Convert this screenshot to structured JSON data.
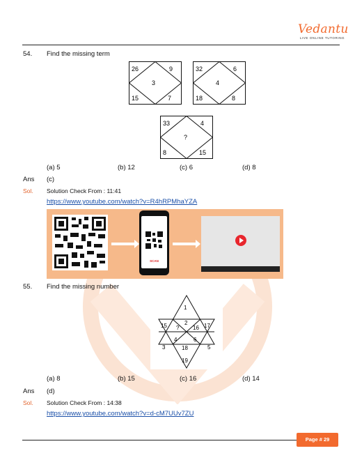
{
  "header": {
    "logo_text": "Vedantu",
    "tagline": "LIVE ONLINE TUTORING"
  },
  "q54": {
    "number": "54.",
    "text": "Find the missing term",
    "figures": [
      {
        "tl": "26",
        "tr": "9",
        "c": "3",
        "bl": "15",
        "br": "7"
      },
      {
        "tl": "32",
        "tr": "6",
        "c": "4",
        "bl": "18",
        "br": "8"
      },
      {
        "tl": "33",
        "tr": "4",
        "c": "?",
        "bl": "8",
        "br": "15"
      }
    ],
    "options": [
      "(a) 5",
      "(b) 12",
      "(c) 6",
      "(d) 8"
    ],
    "ans_label": "Ans",
    "answer": "(c)",
    "sol_label": "Sol.",
    "solution": "Solution Check From : 11:41",
    "link": "https://www.youtube.com/watch?v=R4hRPMhaYZA",
    "scan_label": "SCAN"
  },
  "q55": {
    "number": "55.",
    "text": "Find the missing number",
    "star": {
      "top": "1",
      "left": "15",
      "right": "17",
      "c1": "2",
      "c2": "?",
      "c3": "16",
      "c4": "4",
      "c5": "6",
      "c6": "18",
      "bl": "3",
      "br": "5",
      "bottom": "19"
    },
    "options": [
      "(a) 8",
      "(b) 15",
      "(c) 16",
      "(d) 14"
    ],
    "ans_label": "Ans",
    "answer": "(d)",
    "sol_label": "Sol.",
    "solution": "Solution Check From : 14:38",
    "link": "https://www.youtube.com/watch?v=d-cM7UUv7ZU"
  },
  "footer": {
    "page": "Page # 29"
  },
  "colors": {
    "brand": "#f26a2e",
    "link": "#1a4fa8",
    "banner": "#f6b98a",
    "play": "#e8262d"
  }
}
